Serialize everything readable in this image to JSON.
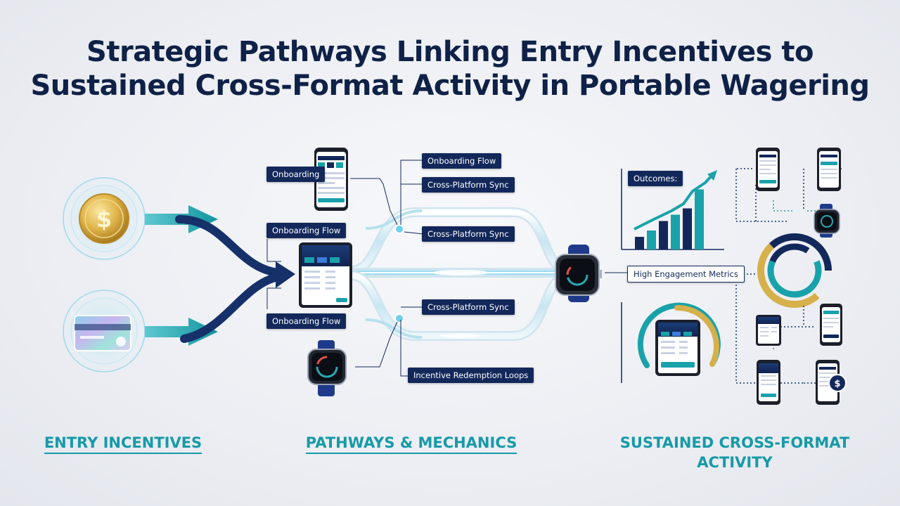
{
  "title": {
    "line1": "Strategic Pathways Linking Entry Incentives to",
    "line2": "Sustained Cross-Format Activity in Portable Wagering"
  },
  "labels": {
    "onboarding": "Onboarding",
    "onboarding_flow_left_top": "Onboarding Flow",
    "onboarding_flow_left_bottom": "Onboarding Flow",
    "onboarding_flow_right": "Onboarding Flow",
    "cross_platform_sync_1": "Cross-Platform Sync",
    "cross_platform_sync_2": "Cross-Platform Sync",
    "cross_platform_sync_3": "Cross-Platform Sync",
    "incentive_redemption_loops": "Incentive Redemption Loops",
    "outcomes": "Outcomes:",
    "high_engagement_metrics": "High Engagement Metrics"
  },
  "sections": {
    "entry_incentives": "ENTRY INCENTIVES",
    "pathways_mechanics": "PATHWAYS & MECHANICS",
    "sustained_line1": "SUSTAINED CROSS-FORMAT",
    "sustained_line2": "ACTIVITY"
  },
  "icons": {
    "coin": "$",
    "coin_small": "$"
  },
  "colors": {
    "navy": "#13285a",
    "teal": "#169aa8",
    "gold": "#d6b04a",
    "title": "#0f2147"
  },
  "outcome_chart": {
    "bar_levels": [
      0.2,
      0.3,
      0.45,
      0.55,
      0.65,
      0.95
    ],
    "trend": "up"
  }
}
